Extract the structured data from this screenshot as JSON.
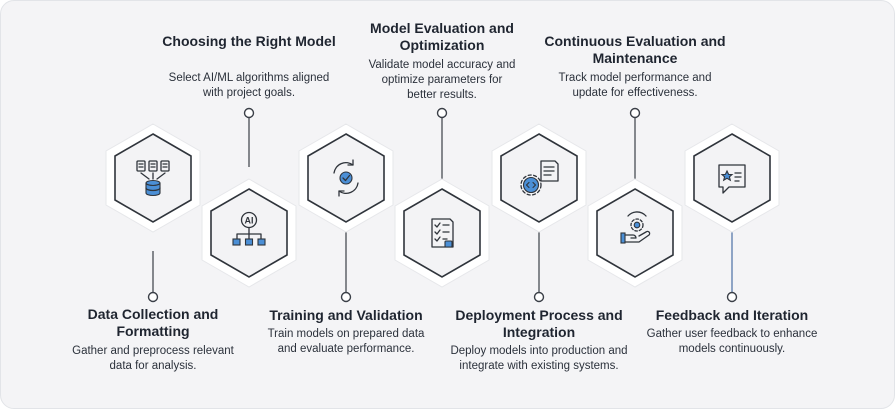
{
  "steps": [
    {
      "title": "Data Collection and Formatting",
      "desc": "Gather and preprocess relevant data for analysis.",
      "icon": "data-collection-icon"
    },
    {
      "title": "Choosing the Right Model",
      "desc": "Select AI/ML algorithms aligned with project goals.",
      "icon": "ai-network-icon"
    },
    {
      "title": "Training and Validation",
      "desc": "Train models on prepared data and evaluate performance.",
      "icon": "refresh-check-icon"
    },
    {
      "title": "Model Evaluation and Optimization",
      "desc": "Validate model accuracy and optimize parameters for better results.",
      "icon": "checklist-icon"
    },
    {
      "title": "Deployment Process and Integration",
      "desc": "Deploy models into production and integrate with existing systems.",
      "icon": "code-gear-document-icon"
    },
    {
      "title": "Continuous Evaluation and Maintenance",
      "desc": "Track model performance and update for effectiveness.",
      "icon": "hand-gear-icon"
    },
    {
      "title": "Feedback and Iteration",
      "desc": "Gather user feedback to enhance models continuously.",
      "icon": "feedback-chat-icon"
    }
  ],
  "ai_badge": "AI"
}
